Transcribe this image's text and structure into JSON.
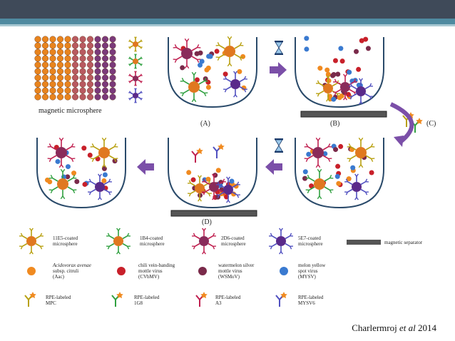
{
  "header": {
    "bar_color": "#3f4a59",
    "stripe_color": "#4f8aa0"
  },
  "figure": {
    "grid_label": "magnetic microsphere",
    "panels": [
      "(A)",
      "(B)",
      "(C)",
      "(D)"
    ],
    "separator_label": "magnetic separator",
    "legend_microspheres": [
      {
        "text": "11E5-coated microsphere",
        "core": "#e07820",
        "arm": "#b8a010"
      },
      {
        "text": "1B4-coated microsphere",
        "core": "#e07820",
        "arm": "#30a040"
      },
      {
        "text": "2D6-coated microsphere",
        "core": "#8a2b5a",
        "arm": "#c02050"
      },
      {
        "text": "5E7-coated microsphere",
        "core": "#5a2a8a",
        "arm": "#5050c0"
      }
    ],
    "legend_viruses": [
      {
        "line1": "Acidovorax avenae",
        "line2": "subsp. citruli",
        "line3": "(Aac)",
        "color": "#f08a20"
      },
      {
        "line1": "chili vein-banding",
        "line2": "mottle virus",
        "line3": "(CVbMV)",
        "color": "#c8202a"
      },
      {
        "line1": "watermelon silver",
        "line2": "mottle virus",
        "line3": "(WSMoV)",
        "color": "#7a2a4a"
      },
      {
        "line1": "melon yellow",
        "line2": "spot virus",
        "line3": "(MYSV)",
        "color": "#3a7ad0"
      }
    ],
    "legend_antibodies": [
      {
        "line1": "RPE-labeled",
        "line2": "MPC",
        "color": "#b8a010"
      },
      {
        "line1": "RPE-labeled",
        "line2": "1G8",
        "color": "#30a040"
      },
      {
        "line1": "RPE-labeled",
        "line2": "A3",
        "color": "#c02050"
      },
      {
        "line1": "RPE-labeled",
        "line2": "MYSV6",
        "color": "#5050c0"
      }
    ],
    "arrow_color": "#7b4fa8"
  },
  "credit": {
    "author": "Charlermroj",
    "etal": "et al",
    "year": "2014"
  }
}
